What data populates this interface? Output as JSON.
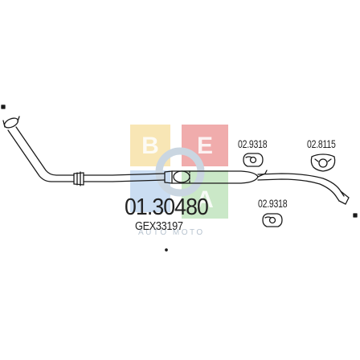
{
  "diagram": {
    "part_number": "01.30480",
    "reference_number": "GEX33197",
    "parts": [
      {
        "id": "02.9318",
        "role": "hanger-top"
      },
      {
        "id": "02.8115",
        "role": "hanger-ring"
      },
      {
        "id": "02.9318",
        "role": "hanger-bottom"
      }
    ]
  },
  "watermark": {
    "letters": [
      "B",
      "E",
      "A"
    ],
    "tagline": "AUTO MOTO",
    "colors": {
      "b": "#f3d27a",
      "e": "#e56a6a",
      "a_top": "#9fc3e8",
      "a_bottom": "#9fd69a",
      "ring": "#9fb6c9"
    }
  },
  "colors": {
    "line": "#1a1a1a",
    "background": "#ffffff"
  }
}
